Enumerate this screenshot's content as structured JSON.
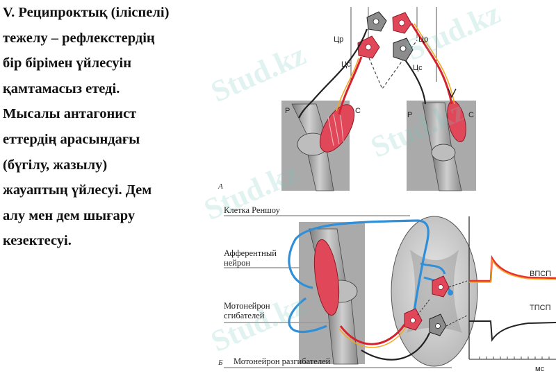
{
  "slide": {
    "text_lines": [
      "V. Реципроктық (іліспелі)",
      "тежелу – рефлекстердің",
      "бір бірімен үйлесуін",
      "қамтамасыз етеді.",
      "Мысалы антагонист",
      "еттердің арасындағы",
      "(бүгілу, жазылу)",
      "жауаптың үйлесуі. Дем",
      "алу мен дем шығару",
      "кезектесуі."
    ]
  },
  "figure_a": {
    "letter": "А",
    "labels": {
      "cr_left": "Цр",
      "cs_left": "Цс",
      "cr_right": "Цр",
      "cs_right": "Цс",
      "p_left": "Р",
      "c_left": "С",
      "p_right": "Р",
      "c_right": "С"
    }
  },
  "figure_b": {
    "letter": "Б",
    "labels": {
      "renshaw": "Клетка Реншоу",
      "afferent_line1": "Афферентный",
      "afferent_line2": "нейрон",
      "flexor_line1": "Мотонейрон",
      "flexor_line2": "сгибателей",
      "extensor": "Мотонейрон разгибателей",
      "epsp": "ВПСП",
      "ipsp": "ТПСП",
      "ms": "мс"
    }
  },
  "watermark": {
    "text": "Stud.kz"
  },
  "colors": {
    "muscle": "#e0485a",
    "afferent": "#2f8fd8",
    "bone": "#9a9a9a",
    "orange": "#f5a623",
    "motor": "#d4232f"
  }
}
